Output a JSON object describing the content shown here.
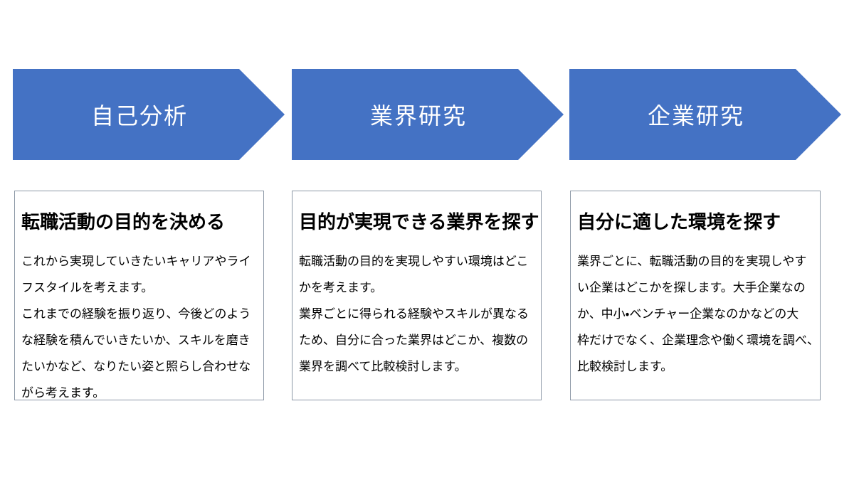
{
  "slide": {
    "background": "#ffffff"
  },
  "colors": {
    "arrow_fill": "#4472C4",
    "arrow_label": "#ffffff",
    "box_border": "#8C98A6",
    "body_text": "#000000"
  },
  "steps": [
    {
      "arrow_label": "自己分析",
      "box_title": "転職活動の目的を決める",
      "box_body": "これから実現していきたいキャリアやライ\nフスタイルを考えます。\nこれまでの経験を振り返り、今後どのよう\nな経験を積んでいきたいか、スキルを磨き\nたいかなど、なりたい姿と照らし合わせな\nがら考えます。"
    },
    {
      "arrow_label": "業界研究",
      "box_title": "目的が実現できる業界を探す",
      "box_body": "転職活動の目的を実現しやすい環境はどこ\nかを考えます。\n業界ごとに得られる経験やスキルが異なる\nため、自分に合った業界はどこか、複数の\n業界を調べて比較検討します。"
    },
    {
      "arrow_label": "企業研究",
      "box_title": "自分に適した環境を探す",
      "box_body": "業界ごとに、転職活動の目的を実現しやす\nい企業はどこかを探します。大手企業なの\nか、中小・ベンチャー企業なのかなどの大\n枠だけでなく、企業理念や働く環境を調べ、\n比較検討します。"
    }
  ]
}
